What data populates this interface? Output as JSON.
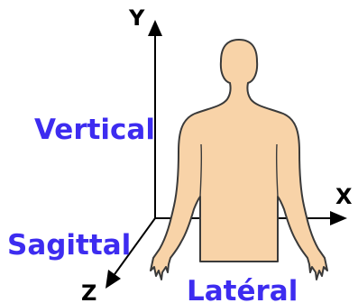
{
  "axes": {
    "y": "Y",
    "x": "X",
    "z": "Z"
  },
  "labels": {
    "vertical": "Vertical",
    "sagittal": "Sagittal",
    "lateral": "Latéral"
  },
  "colors": {
    "label": "#3d2cf0",
    "axis": "#000000",
    "body_fill": "#f8d3a8",
    "body_stroke": "#3a3a3a"
  }
}
